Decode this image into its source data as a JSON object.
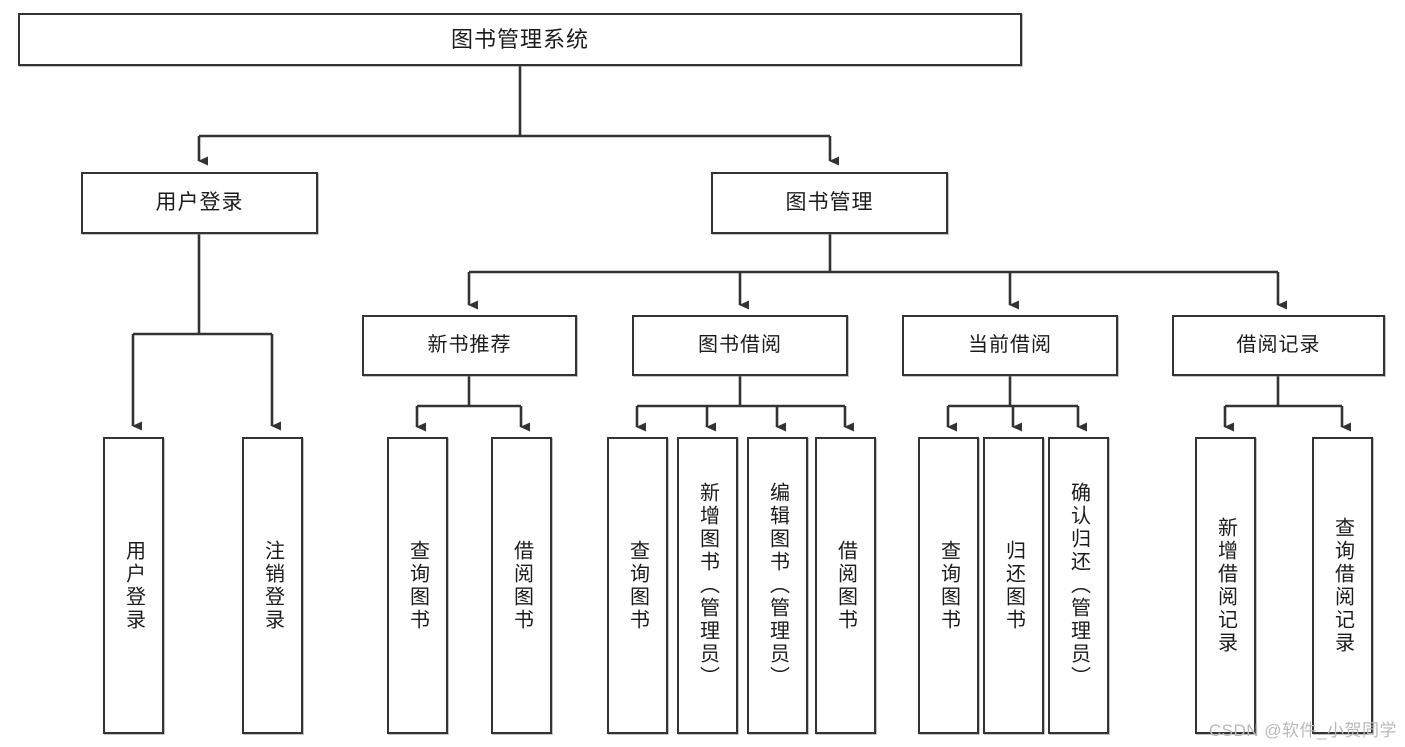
{
  "diagram": {
    "title": "图书管理系统",
    "type": "tree",
    "watermark": "CSDN @软件_小贺同学",
    "colors": {
      "box_border": "#333333",
      "box_fill": "#ffffff",
      "connector": "#333333",
      "text": "#1b1b1b",
      "watermark": "#b9b9b9"
    },
    "nodes": {
      "root": {
        "label": "图书管理系统"
      },
      "level1": [
        {
          "id": "user-login",
          "label": "用户登录"
        },
        {
          "id": "book-manage",
          "label": "图书管理"
        }
      ],
      "level2": [
        {
          "id": "new-book-recommend",
          "label": "新书推荐"
        },
        {
          "id": "book-borrow",
          "label": "图书借阅"
        },
        {
          "id": "current-borrow",
          "label": "当前借阅"
        },
        {
          "id": "borrow-record",
          "label": "借阅记录"
        }
      ],
      "leaves": {
        "user-login": [
          {
            "id": "leaf-user-login",
            "label": "用户登录"
          },
          {
            "id": "leaf-user-logout",
            "label": "注销登录"
          }
        ],
        "new-book-recommend": [
          {
            "id": "leaf-query-book-1",
            "label": "查询图书"
          },
          {
            "id": "leaf-borrow-book-1",
            "label": "借阅图书"
          }
        ],
        "book-borrow": [
          {
            "id": "leaf-query-book-2",
            "label": "查询图书"
          },
          {
            "id": "leaf-add-book",
            "label": "新增图书（管理员）"
          },
          {
            "id": "leaf-edit-book",
            "label": "编辑图书（管理员）"
          },
          {
            "id": "leaf-borrow-book-2",
            "label": "借阅图书"
          }
        ],
        "current-borrow": [
          {
            "id": "leaf-query-book-3",
            "label": "查询图书"
          },
          {
            "id": "leaf-return-book",
            "label": "归还图书"
          },
          {
            "id": "leaf-confirm-return",
            "label": "确认归还（管理员）"
          }
        ],
        "borrow-record": [
          {
            "id": "leaf-add-record",
            "label": "新增借阅记录"
          },
          {
            "id": "leaf-query-record",
            "label": "查询借阅记录"
          }
        ]
      }
    }
  }
}
